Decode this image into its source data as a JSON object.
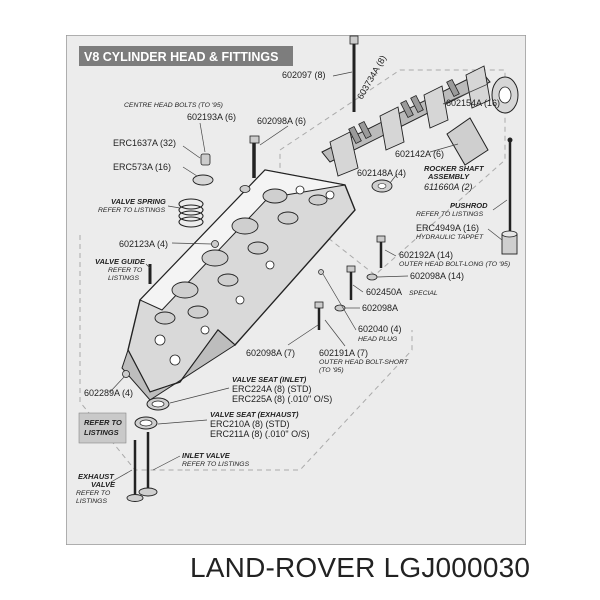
{
  "title": "V8 CYLINDER HEAD & FITTINGS",
  "brand_caption": "LAND-ROVER LGJ000030",
  "colors": {
    "title_bg": "#7d7d7d",
    "title_text": "#ffffff",
    "panel_bg": "#ececec",
    "border": "#9a9a9a",
    "ink": "#222222"
  },
  "labels": {
    "l_602097": "602097 (8)",
    "l_603734a": "603734A (8)",
    "l_centre_bolts": "CENTRE HEAD BOLTS (TO '95)",
    "l_602193a": "602193A (6)",
    "l_602098a_6": "602098A (6)",
    "l_602154a": "602154A (16)",
    "l_erc1637a": "ERC1637A (32)",
    "l_erc573a": "ERC573A (16)",
    "l_602142a": "602142A (6)",
    "l_rocker_1": "ROCKER SHAFT",
    "l_rocker_2": "ASSEMBLY",
    "l_611660a": "611660A (2)",
    "l_602148a": "602148A (4)",
    "l_valve_spring": "VALVE SPRING",
    "l_refer_vs": "REFER TO LISTINGS",
    "l_pushrod": "PUSHROD",
    "l_refer_pr": "REFER TO LISTINGS",
    "l_erc4949a": "ERC4949A (16)",
    "l_hyd_tappet": "HYDRAULIC TAPPET",
    "l_602123a": "602123A (4)",
    "l_valve_guide": "VALVE GUIDE",
    "l_refer_vg1": "REFER TO",
    "l_refer_vg2": "LISTINGS",
    "l_602192a": "602192A (14)",
    "l_outer_long": "OUTER HEAD BOLT-LONG (TO '95)",
    "l_602098a_14": "602098A (14)",
    "l_602450a": "602450A",
    "l_special": "SPECIAL",
    "l_602098a_b": "602098A",
    "l_602040": "602040 (4)",
    "l_head_plug": "HEAD PLUG",
    "l_602098a_7": "602098A (7)",
    "l_602191a": "602191A (7)",
    "l_outer_short": "OUTER HEAD BOLT-SHORT",
    "l_to95": "(TO '95)",
    "l_vs_inlet": "VALVE SEAT (INLET)",
    "l_erc224a": "ERC224A (8) (STD)",
    "l_erc225a": "ERC225A (8) (.010\" O/S)",
    "l_602289a": "602289A (4)",
    "l_vs_exhaust": "VALVE SEAT (EXHAUST)",
    "l_erc210a": "ERC210A (8) (STD)",
    "l_erc211a": "ERC211A (8) (.010\" O/S)",
    "l_refer_box1": "REFER TO",
    "l_refer_box2": "LISTINGS",
    "l_inlet_valve": "INLET VALVE",
    "l_refer_iv": "REFER TO LISTINGS",
    "l_exhaust_1": "EXHAUST",
    "l_exhaust_2": "VALVE",
    "l_refer_ev1": "REFER TO",
    "l_refer_ev2": "LISTINGS"
  }
}
